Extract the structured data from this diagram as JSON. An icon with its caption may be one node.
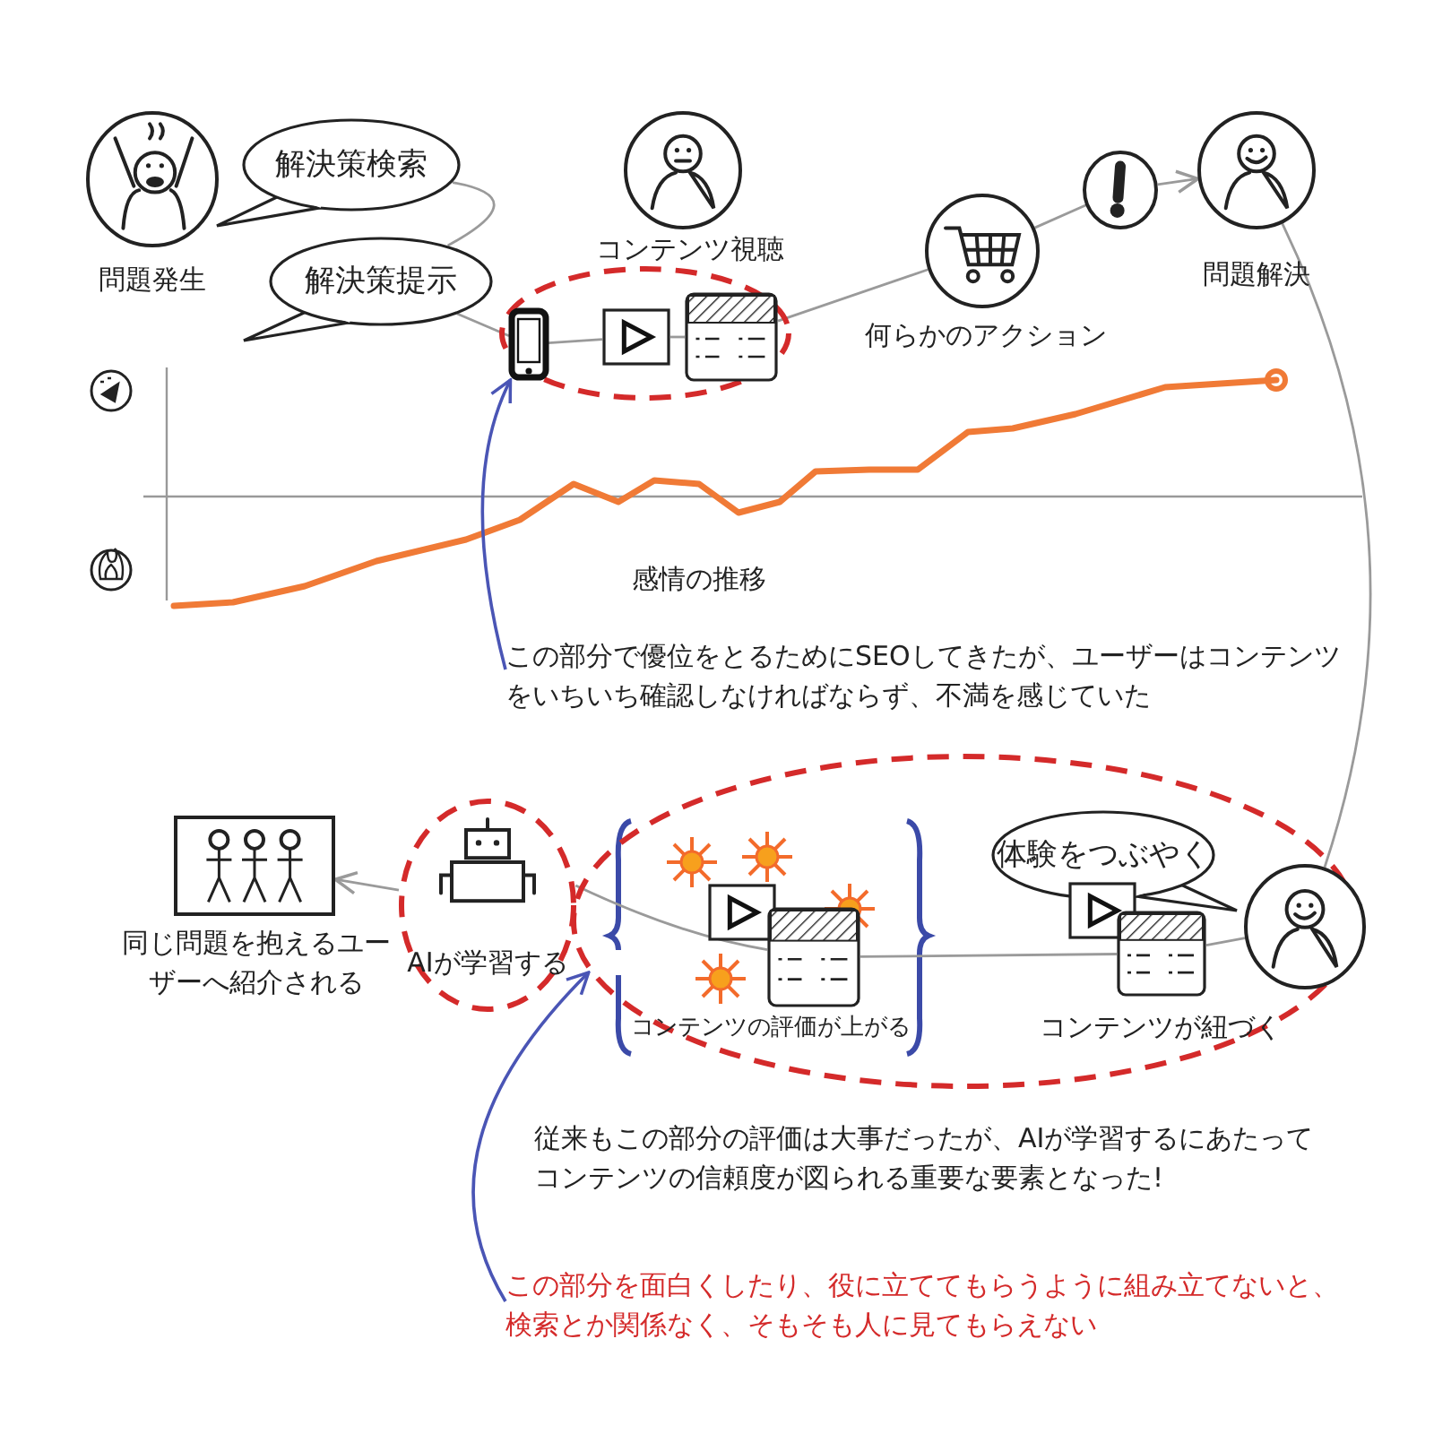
{
  "diagram": {
    "nodes": [
      {
        "text": [
          "問題発生"
        ]
      },
      {
        "text": [
          "解決策検索"
        ]
      },
      {
        "text": [
          "解決策提示"
        ]
      },
      {
        "text": [
          "コンテンツ視聴"
        ]
      },
      {
        "text": [],
        "shape": "ellipse"
      },
      {
        "text": [],
        "shape": "picture",
        "in": 4
      },
      {
        "text": [],
        "shape": "picture",
        "in": 4
      },
      {
        "text": [],
        "shape": "picture",
        "in": 4
      },
      {
        "text": [
          "何らかのアクション"
        ]
      },
      {
        "text": [],
        "shape": "circle"
      },
      {
        "text": [
          "問題解決"
        ]
      },
      {
        "text": [],
        "shape": "ellipse"
      },
      {
        "text": [],
        "shape": "picture",
        "in": 11
      },
      {
        "text": [
          "コンテンツの評価が上がる"
        ],
        "in": 11
      },
      {
        "text": [
          "体験をつぶやく"
        ],
        "in": 11
      },
      {
        "text": [],
        "shape": "picture",
        "in": 11
      },
      {
        "text": [
          "コンテンツが紐づく"
        ],
        "in": 11
      },
      {
        "text": [],
        "shape": "circle"
      },
      {
        "text": [
          "AIが学習する"
        ]
      },
      {
        "text": [
          "同じ問題を抱えるユーザーへ紹介される"
        ]
      },
      {
        "text": [
          "この部分で優位をとるためにSEOしてきたが、ユーザーはコンテンツをいちいち確認しなければならず、不満を感じていた"
        ]
      },
      {
        "text": [
          "この部分を面白くしたり、役に立ててもらうように組み立てないと、検索とか関係なく、そもそも人に見てもらえない"
        ]
      }
    ],
    "edges": [
      {
        "from": 1,
        "to": 2,
        "arrow": "none"
      },
      {
        "from": 2,
        "to": 5,
        "arrow": "none"
      },
      {
        "from": 5,
        "to": 6,
        "arrow": "none"
      },
      {
        "from": 6,
        "to": 7,
        "arrow": "none"
      },
      {
        "from": 7,
        "to": 8,
        "arrow": "none"
      },
      {
        "from": 8,
        "to": 9,
        "arrow": "none"
      },
      {
        "from": 9,
        "to": 10,
        "arrow": "to"
      },
      {
        "from": 10,
        "to": 17,
        "arrow": "none"
      },
      {
        "from": 17,
        "to": 16,
        "arrow": "none"
      },
      {
        "from": 16,
        "to": 13,
        "arrow": "none"
      },
      {
        "from": 13,
        "to": 18,
        "arrow": "none"
      },
      {
        "from": 18,
        "to": 19,
        "arrow": "to"
      },
      {
        "from": 20,
        "to": 5,
        "arrow": "to",
        "color": "#4a55b5"
      },
      {
        "from": 21,
        "to": 11,
        "arrow": "to",
        "color": "#4a55b5"
      }
    ],
    "labels": [
      "感情の推移",
      "従来もこの部分の評価は大事だったが、AIが学習するにあたってコンテンツの信頼度が図られる重要な要素となった!"
    ]
  }
}
